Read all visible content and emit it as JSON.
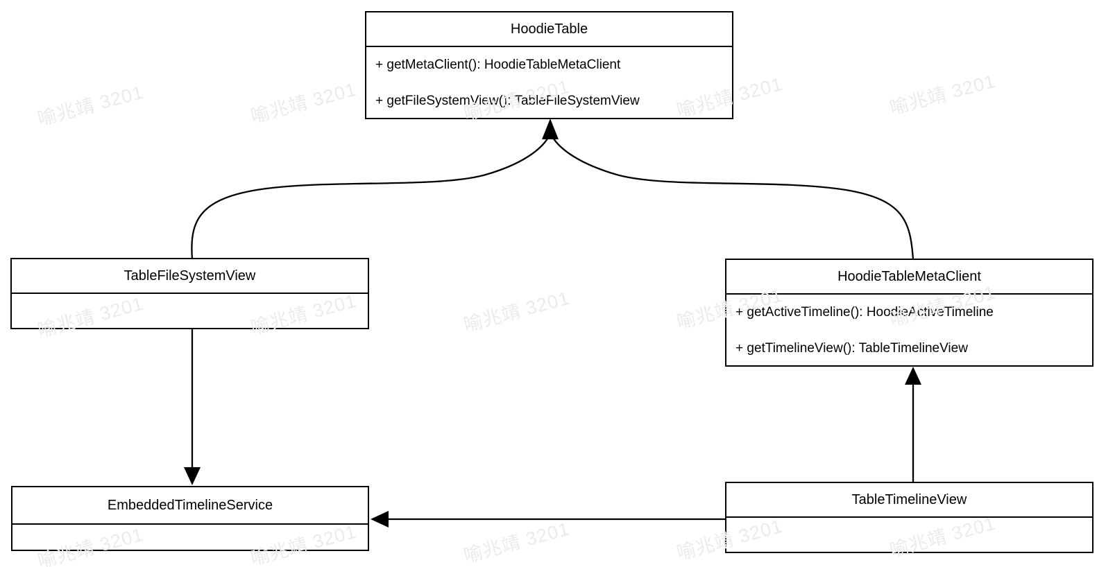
{
  "watermark": {
    "text": "喻兆靖 3201",
    "color": "#ebebeb"
  },
  "diagram": {
    "type": "uml-class-diagram",
    "colors": {
      "stroke": "#000000",
      "box_background": "#ffffff",
      "page_background": "#ffffff",
      "watermark": "#ebebeb"
    },
    "classes": [
      {
        "name": "HoodieTable",
        "methods": [
          "+ getMetaClient(): HoodieTableMetaClient",
          "+ getFileSystemView(): TableFileSystemView"
        ]
      },
      {
        "name": "TableFileSystemView",
        "methods": []
      },
      {
        "name": "HoodieTableMetaClient",
        "methods": [
          "+ getActiveTimeline(): HoodieActiveTimeline",
          "+ getTimelineView(): TableTimelineView"
        ]
      },
      {
        "name": "EmbeddedTimelineService",
        "methods": []
      },
      {
        "name": "TableTimelineView",
        "methods": []
      }
    ],
    "relations": [
      {
        "from": "TableFileSystemView",
        "to": "HoodieTable",
        "style": "curved",
        "arrowhead": "filled"
      },
      {
        "from": "HoodieTableMetaClient",
        "to": "HoodieTable",
        "style": "curved",
        "arrowhead": "filled"
      },
      {
        "from": "TableFileSystemView",
        "to": "EmbeddedTimelineService",
        "style": "straight",
        "arrowhead": "filled"
      },
      {
        "from": "TableTimelineView",
        "to": "HoodieTableMetaClient",
        "style": "straight",
        "arrowhead": "filled"
      },
      {
        "from": "TableTimelineView",
        "to": "EmbeddedTimelineService",
        "style": "straight",
        "arrowhead": "filled"
      }
    ]
  }
}
